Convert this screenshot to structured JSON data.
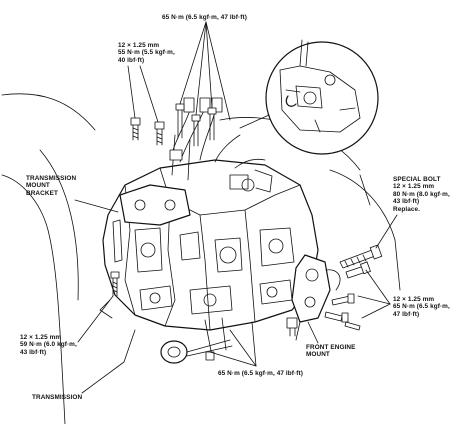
{
  "labels": {
    "top_torque": "65 N·m (6.5 kgf·m, 47 lbf·ft)",
    "upper_left_bolt": [
      "12 × 1.25 mm",
      "55 N·m (5.5 kgf·m,",
      "40 lbf·ft)"
    ],
    "transmission_mount_bracket": [
      "TRANSMISSION",
      "MOUNT",
      "BRACKET"
    ],
    "special_bolt": [
      "SPECIAL BOLT",
      "12 × 1.25 mm",
      "80 N·m (8.0 kgf·m,",
      "43 lbf·ft)",
      "Replace."
    ],
    "right_lower_bolt": [
      "12 × 1.25 mm",
      "65 N·m (6.5 kgf·m,",
      "47 lbf·ft)"
    ],
    "lower_left_bolt": [
      "12 × 1.25 mm",
      "59 N·m (6.0 kgf·m,",
      "43 lbf·ft)"
    ],
    "front_engine_mount": [
      "FRONT ENGINE",
      "MOUNT"
    ],
    "transmission": "TRANSMISSION",
    "bottom_torque": "65 N·m (6.5 kgf·m, 47 lbf·ft)"
  }
}
